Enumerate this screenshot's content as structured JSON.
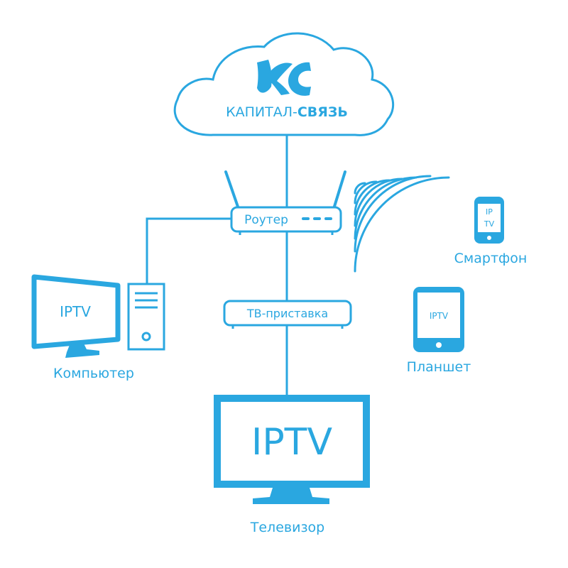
{
  "colors": {
    "accent": "#2aa7e0",
    "background": "#ffffff"
  },
  "brand": {
    "name_light": "КАПИТАЛ-",
    "name_bold": "СВЯЗЬ",
    "logo_icon": "kapital-svyaz-logo"
  },
  "router": {
    "label": "Роутер"
  },
  "settop_box": {
    "label": "ТВ-приставка"
  },
  "devices": {
    "smartphone": {
      "label": "Смартфон",
      "screen_line1": "IP",
      "screen_line2": "TV"
    },
    "tablet": {
      "label": "Планшет",
      "screen": "IPTV"
    },
    "computer": {
      "label": "Компьютер",
      "screen": "IPTV"
    },
    "tv": {
      "label": "Телевизор",
      "screen": "IPTV"
    }
  },
  "wifi_icon": "wifi-waves-icon"
}
